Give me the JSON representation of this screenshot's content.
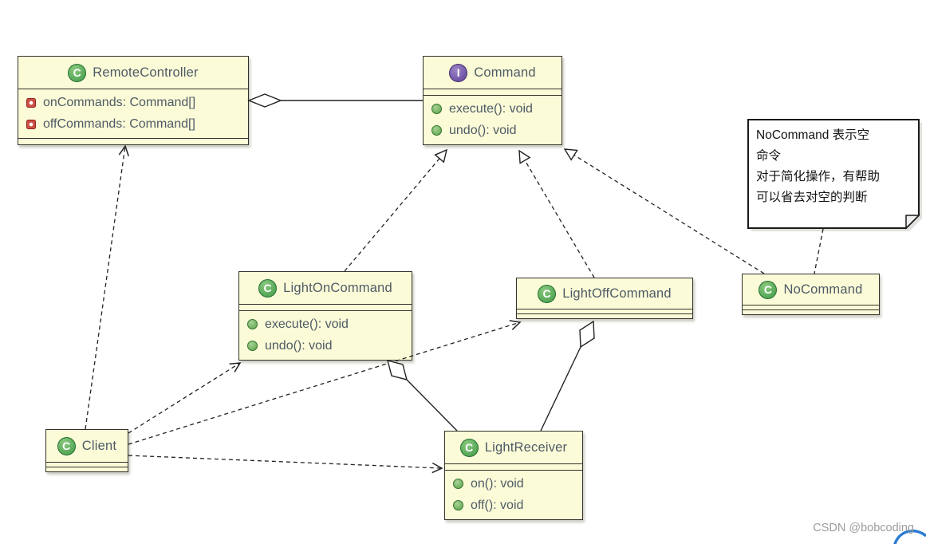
{
  "diagram": {
    "classes": {
      "remote_controller": {
        "letter": "C",
        "name": "RemoteController",
        "fields": [
          "onCommands: Command[]",
          "offCommands: Command[]"
        ]
      },
      "command": {
        "letter": "I",
        "name": "Command",
        "methods": [
          "execute(): void",
          "undo(): void"
        ]
      },
      "light_on_command": {
        "letter": "C",
        "name": "LightOnCommand",
        "methods": [
          "execute(): void",
          "undo(): void"
        ]
      },
      "light_off_command": {
        "letter": "C",
        "name": "LightOffCommand"
      },
      "no_command": {
        "letter": "C",
        "name": "NoCommand"
      },
      "client": {
        "letter": "C",
        "name": "Client"
      },
      "light_receiver": {
        "letter": "C",
        "name": "LightReceiver",
        "methods": [
          "on(): void",
          "off(): void"
        ]
      }
    },
    "note": {
      "lines": [
        "NoCommand 表示空",
        "命令",
        "对于简化操作，有帮助",
        "可以省去对空的判断"
      ]
    },
    "icons": {
      "class_badge": "class-icon",
      "interface_badge": "interface-icon",
      "field_marker": "private-field-icon",
      "method_marker": "public-method-icon"
    }
  },
  "watermark": {
    "text": "CSDN @bobcoding"
  },
  "colors": {
    "class_fill": "#fbfbd8",
    "box_border": "#33332b",
    "title_text": "#4e5b66",
    "class_badge_green": "#3e9a47",
    "interface_badge_purple": "#5f4397",
    "field_icon_red": "#cd4e44",
    "method_icon_green": "#57a247",
    "note_fill": "#ffffff",
    "line_color": "#222222",
    "watermark_gray": "#9c9c9c",
    "csdn_blue": "#2b7cd3"
  }
}
